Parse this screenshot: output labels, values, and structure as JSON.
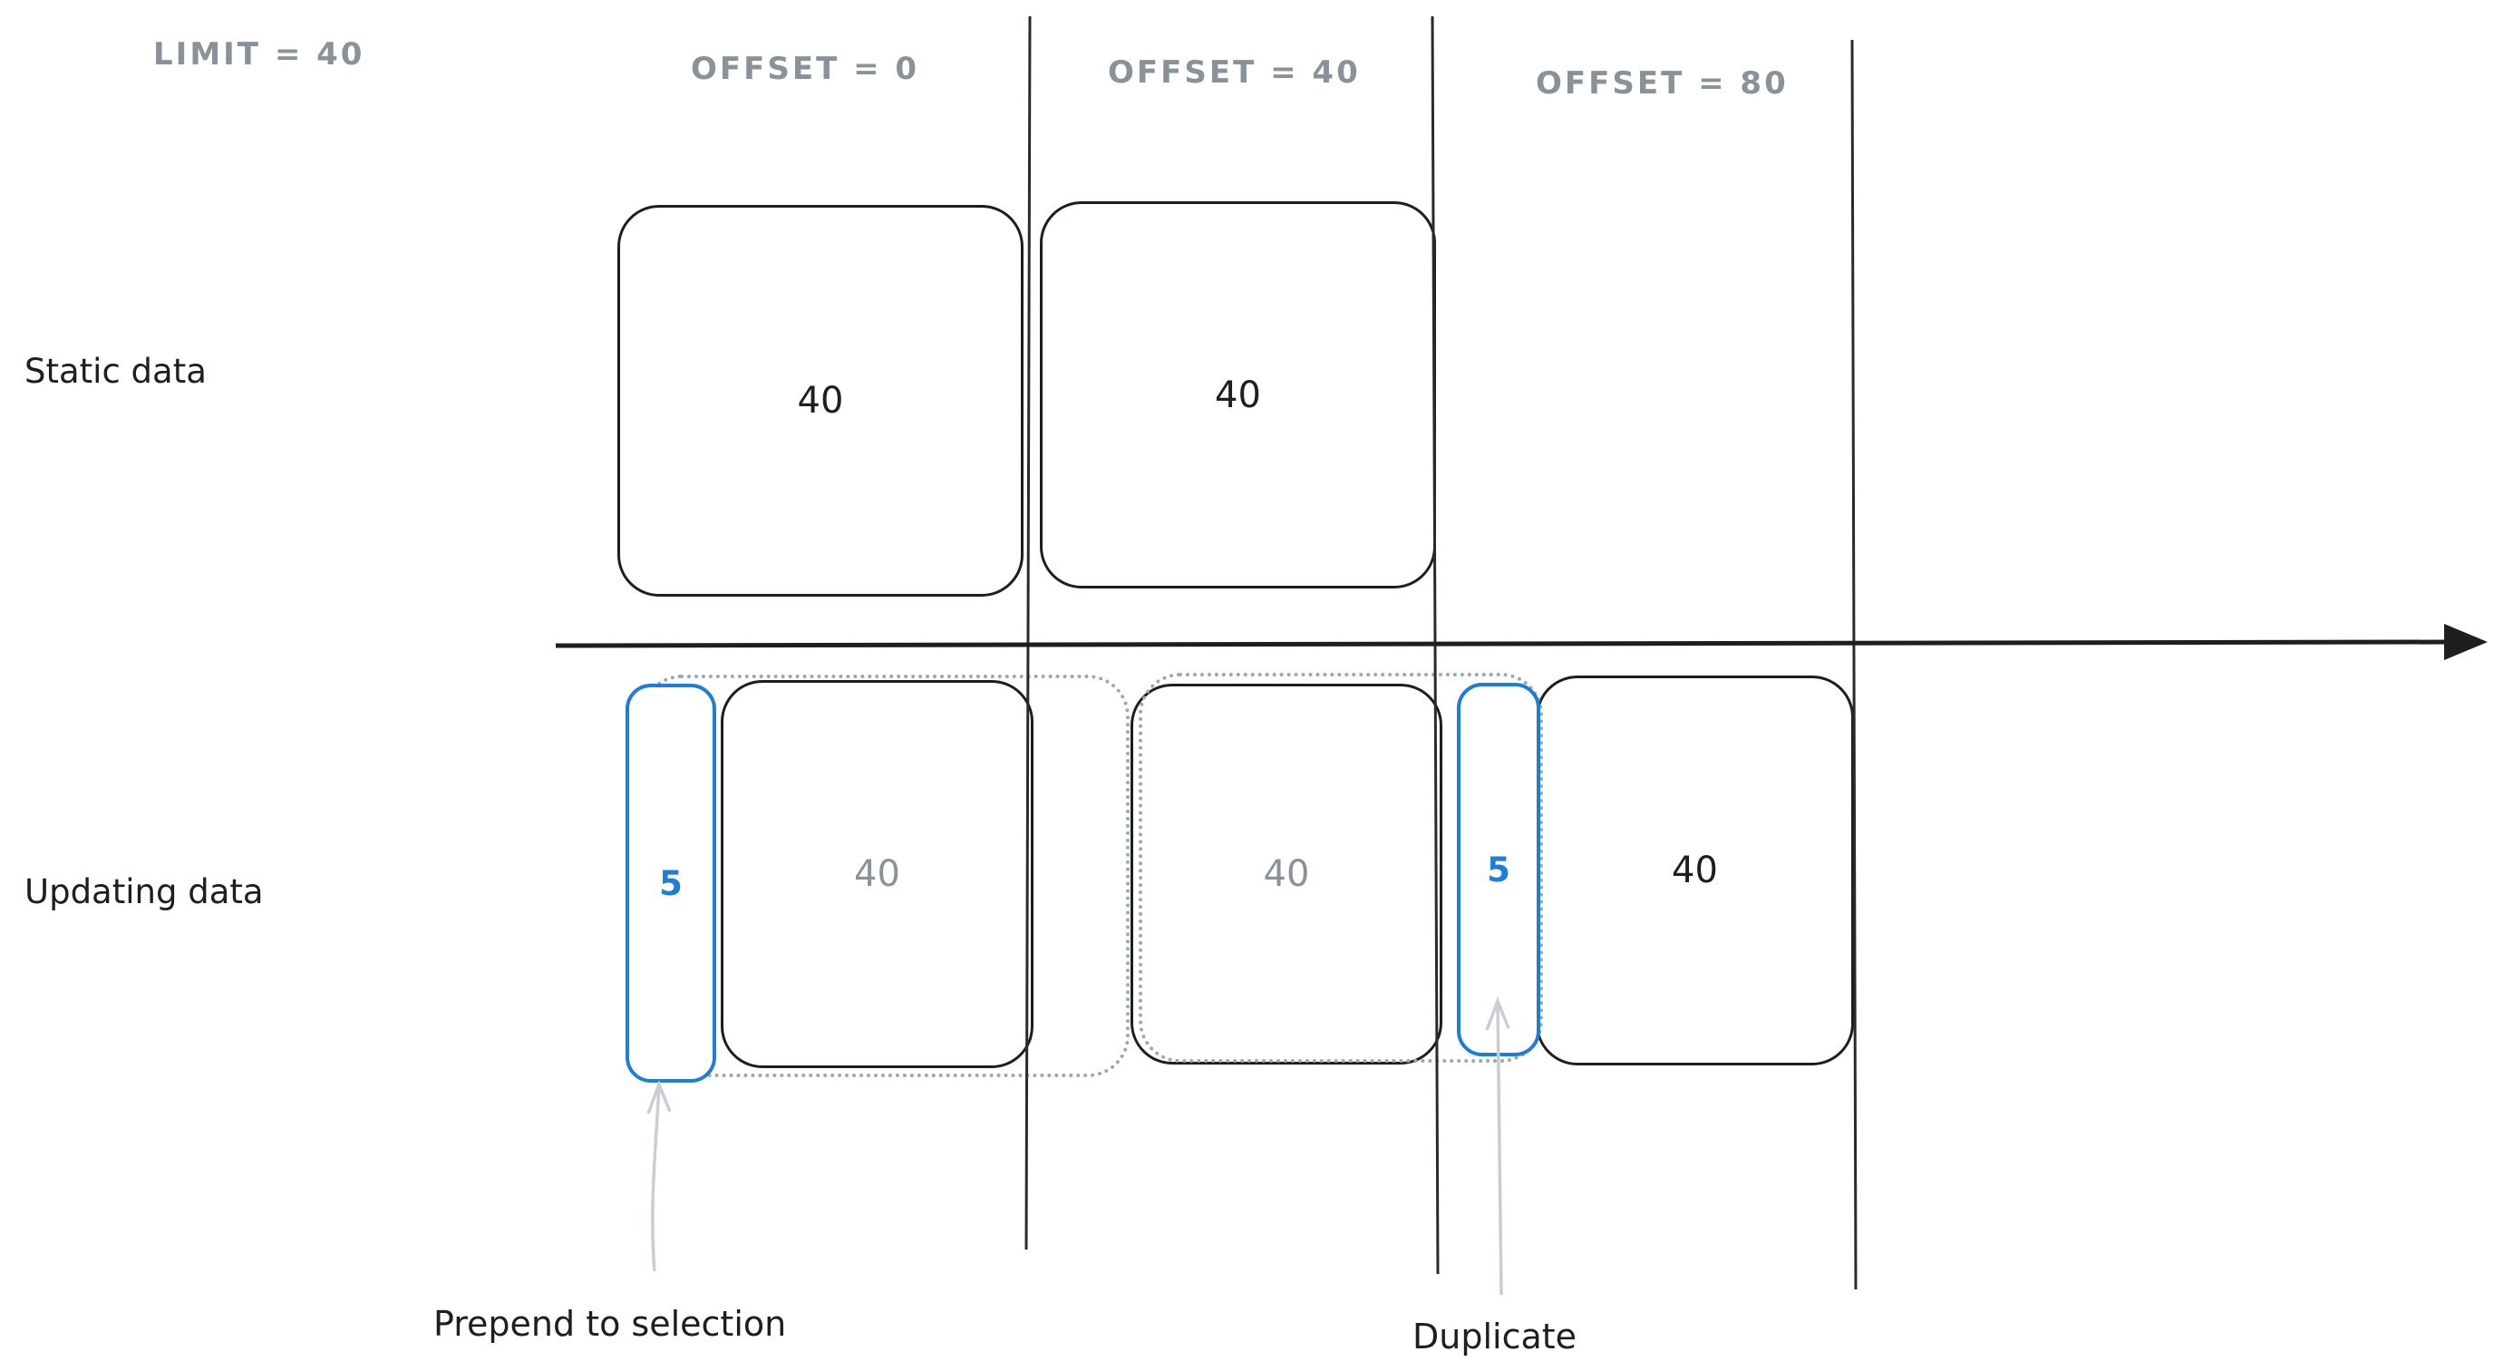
{
  "headers": {
    "limit": "LIMIT = 40",
    "offsets": [
      {
        "label": "OFFSET = 0"
      },
      {
        "label": "OFFSET = 40"
      },
      {
        "label": "OFFSET = 80"
      }
    ]
  },
  "rows": {
    "static": {
      "label": "Static data",
      "boxes": [
        {
          "value": "40"
        },
        {
          "value": "40"
        }
      ]
    },
    "updating": {
      "label": "Updating data",
      "prepend": {
        "value": "5"
      },
      "duplicate": {
        "value": "5"
      },
      "boxes": [
        {
          "value": "40"
        },
        {
          "value": "40"
        },
        {
          "value": "40"
        }
      ]
    }
  },
  "annotations": {
    "prepend": {
      "label": "Prepend to selection"
    },
    "duplicate": {
      "label": "Duplicate"
    }
  },
  "colors": {
    "ink": "#1e1e1e",
    "muted": "#8a9299",
    "accent": "#1c7ed6",
    "ghost": "#9ea7ad",
    "annotation_arrow": "#c9ced4",
    "background": "#ffffff"
  }
}
